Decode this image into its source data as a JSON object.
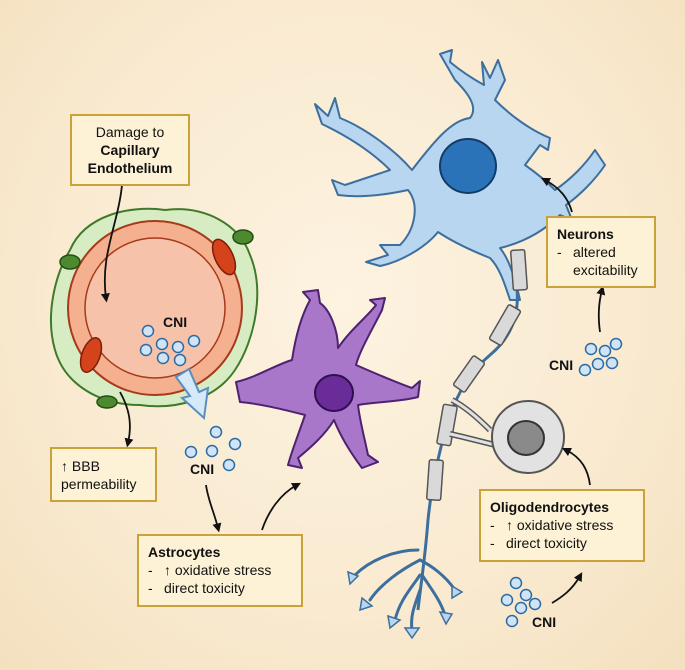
{
  "damage_box": {
    "line1": "Damage to",
    "line2": "Capillary",
    "line3": "Endothelium"
  },
  "bbb_box": {
    "line1": "↑ BBB",
    "line2": "permeability"
  },
  "neurons_box": {
    "title": "Neurons",
    "dash": "-",
    "item": "altered",
    "item_cont": "excitability"
  },
  "astro_box": {
    "title": "Astrocytes",
    "items": [
      {
        "dash": "-",
        "text": "↑ oxidative stress"
      },
      {
        "dash": "-",
        "text": "direct toxicity"
      }
    ]
  },
  "oligo_box": {
    "title": "Oligodendrocytes",
    "items": [
      {
        "dash": "-",
        "text": "↑ oxidative stress"
      },
      {
        "dash": "-",
        "text": "direct toxicity"
      }
    ]
  },
  "cni_labels": {
    "vessel": "CNI",
    "astro": "CNI",
    "neuron": "CNI",
    "oligo": "CNI"
  },
  "colors": {
    "neuron": "#b9d6f0",
    "neuron_stroke": "#3d6f9e",
    "nucleus": "#2b73b8",
    "astrocyte": "#a877c9",
    "astro_nucleus": "#6a2c99",
    "vessel_outer": "#d8ecc4",
    "vessel_wall": "#f5b08f",
    "vessel_lumen": "#f6c2a9",
    "red_cell": "#d4431c",
    "green_cell": "#4d8a2f",
    "myelin": "#d9d9d9",
    "box_fill": "#fdf1d6",
    "box_border": "#c9a23a",
    "cni_dot": "#cfe5f7"
  }
}
